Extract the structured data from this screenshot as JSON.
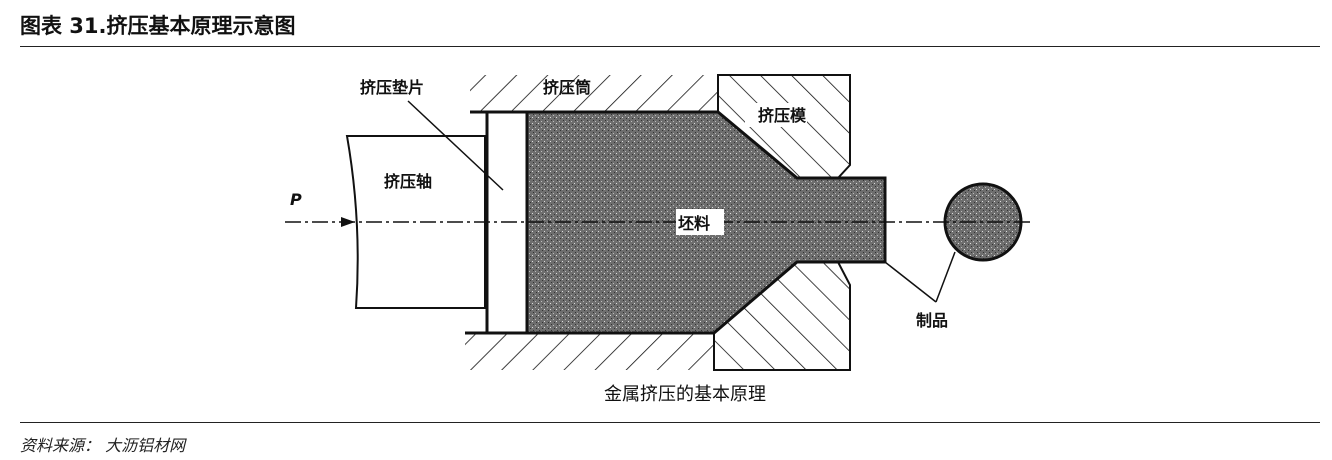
{
  "title": "图表 31.挤压基本原理示意图",
  "diagram": {
    "labels": {
      "dummy_block": "挤压垫片",
      "container": "挤压筒",
      "die": "挤压模",
      "ram": "挤压轴",
      "force": "P",
      "billet": "坯料",
      "product": "制品"
    },
    "caption": "金属挤压的基本原理"
  },
  "source": "资料来源： 大沥铝材网"
}
